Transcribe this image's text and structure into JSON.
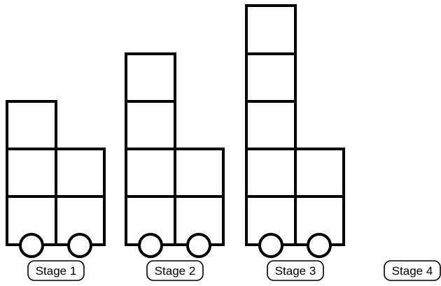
{
  "stages": [
    {
      "label": "Stage 1",
      "left_column_squares": 3,
      "right_column_squares": 2,
      "wheels": 2
    },
    {
      "label": "Stage 2",
      "left_column_squares": 4,
      "right_column_squares": 2,
      "wheels": 2
    },
    {
      "label": "Stage 3",
      "left_column_squares": 5,
      "right_column_squares": 2,
      "wheels": 2
    },
    {
      "label": "Stage 4",
      "left_column_squares": 0,
      "right_column_squares": 0,
      "wheels": 0
    }
  ],
  "colors": {
    "stroke": "#000000",
    "fill": "#ffffff"
  }
}
